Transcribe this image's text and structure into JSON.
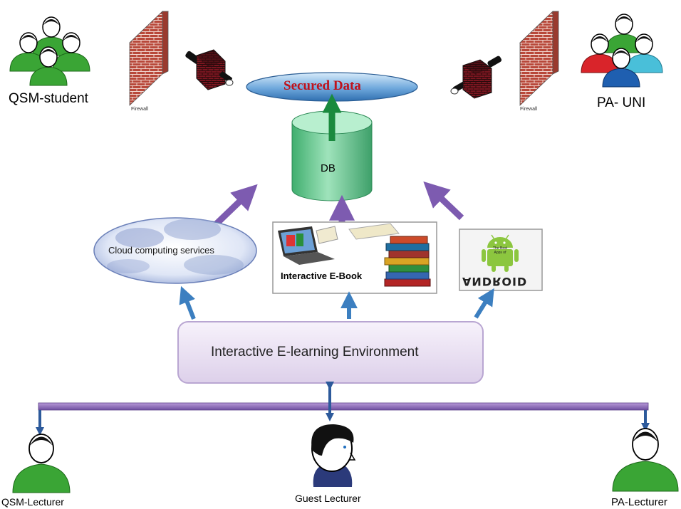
{
  "nodes": {
    "qsm_student": "QSM-student",
    "pa_uni": "PA- UNI",
    "firewall_left": "Firewall",
    "firewall_right": "Firewall",
    "secured_data": "Secured Data",
    "db": "DB",
    "cloud": "Cloud computing services",
    "ebook": "Interactive E-Book",
    "android_logo": "ANDROID",
    "android_tile": "The Best Apps of",
    "environment": "Interactive E-learning Environment",
    "qsm_lecturer": "QSM-Lecturer",
    "guest_lecturer": "Guest Lecturer",
    "pa_lecturer": "PA-Lecturer"
  },
  "colors": {
    "person_green": "#3aa535",
    "person_red": "#d9242a",
    "person_blue": "#1f5fb0",
    "person_cyan": "#49bfd9",
    "db_green": "#5ec48a",
    "arrow_purple": "#7d5bb0",
    "arrow_blue": "#3c7fc0",
    "bus_purple": "#8a63b8",
    "brick": "#b8483a",
    "secured_text": "#c0121b"
  },
  "icons": [
    "firewall-icon",
    "brick-plug-icon",
    "cloud-icon",
    "book-stack-icon",
    "laptop-icon",
    "android-robot-icon",
    "person-icon"
  ]
}
